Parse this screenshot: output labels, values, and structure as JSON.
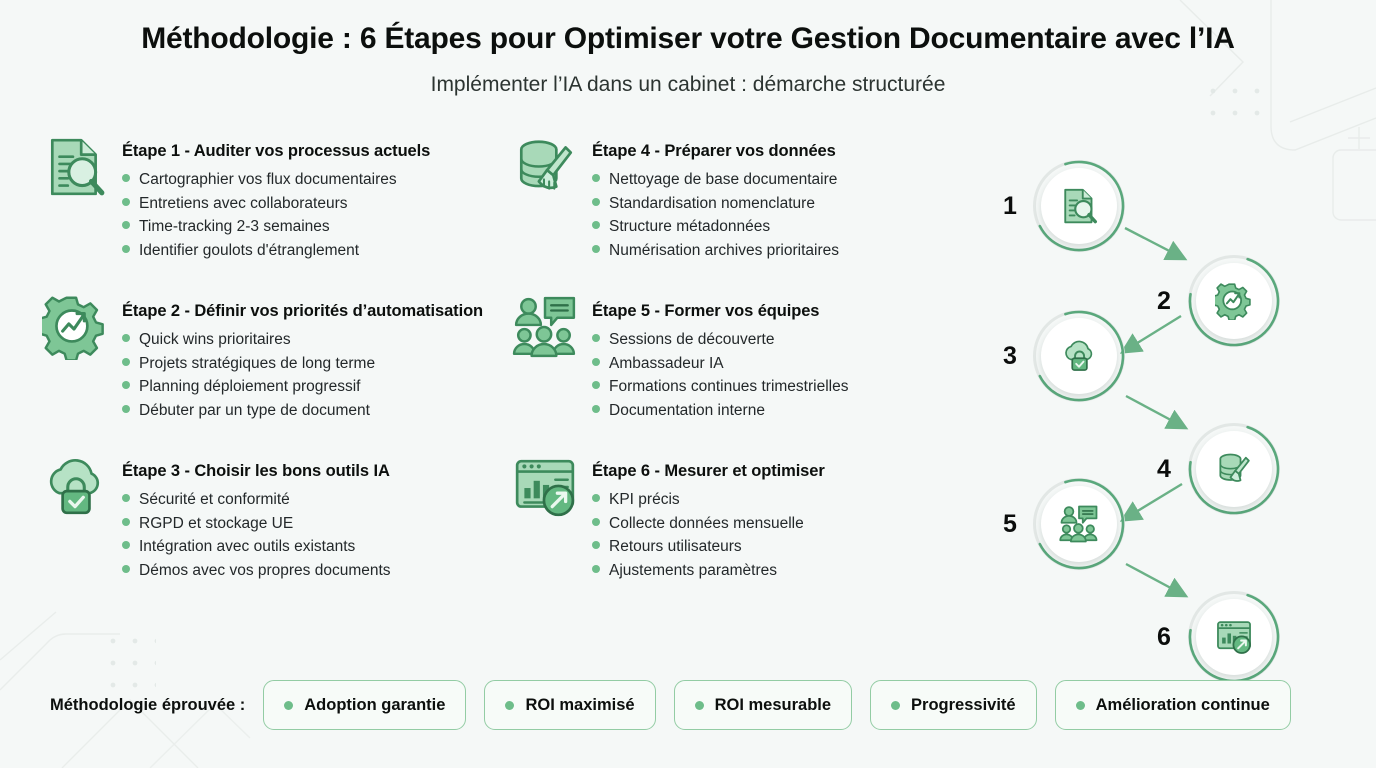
{
  "header": {
    "title": "Méthodologie : 6 Étapes pour Optimiser votre Gestion Documentaire avec l’IA",
    "subtitle": "Implémenter l’IA dans un cabinet : démarche structurée"
  },
  "colors": {
    "background": "#f4f7f6",
    "accent_green": "#6ebd8a",
    "icon_outline": "#3d8a5c",
    "icon_fill": "#a8d9b8",
    "arrow": "#6ab186",
    "badge_border": "#93cca4",
    "text": "#0c0f0d"
  },
  "steps": [
    {
      "number": "1",
      "icon": "document-search-icon",
      "title": "Étape 1 - Auditer vos processus actuels",
      "bullets": [
        "Cartographier vos flux documentaires",
        "Entretiens avec collaborateurs",
        "Time-tracking 2-3 semaines",
        "Identifier goulots d'étranglement"
      ]
    },
    {
      "number": "2",
      "icon": "gear-chart-icon",
      "title": "Étape 2 - Définir vos priorités d’automatisation",
      "bullets": [
        "Quick wins prioritaires",
        "Projets stratégiques de long terme",
        "Planning déploiement progressif",
        "Débuter par un type de document"
      ]
    },
    {
      "number": "3",
      "icon": "cloud-lock-icon",
      "title": "Étape 3 - Choisir les bons outils IA",
      "bullets": [
        "Sécurité et conformité",
        "RGPD et stockage UE",
        "Intégration avec outils existants",
        "Démos avec vos propres documents"
      ]
    },
    {
      "number": "4",
      "icon": "database-broom-icon",
      "title": "Étape 4 - Préparer vos données",
      "bullets": [
        "Nettoyage de base documentaire",
        "Standardisation nomenclature",
        "Structure métadonnées",
        "Numérisation archives prioritaires"
      ]
    },
    {
      "number": "5",
      "icon": "team-chat-icon",
      "title": "Étape 5 - Former vos équipes",
      "bullets": [
        "Sessions de découverte",
        "Ambassadeur IA",
        "Formations continues trimestrielles",
        "Documentation interne"
      ]
    },
    {
      "number": "6",
      "icon": "dashboard-analytics-icon",
      "title": "Étape 6 - Mesurer et optimiser",
      "bullets": [
        "KPI précis",
        "Collecte données mensuelle",
        "Retours utilisateurs",
        "Ajustements paramètres"
      ]
    }
  ],
  "flow": {
    "nodes": [
      {
        "number": "1",
        "icon": "document-search-icon"
      },
      {
        "number": "2",
        "icon": "gear-chart-icon"
      },
      {
        "number": "3",
        "icon": "cloud-lock-icon"
      },
      {
        "number": "4",
        "icon": "database-broom-icon"
      },
      {
        "number": "5",
        "icon": "team-chat-icon"
      },
      {
        "number": "6",
        "icon": "dashboard-analytics-icon"
      }
    ]
  },
  "footer": {
    "label": "Méthodologie éprouvée :",
    "badges": [
      "Adoption garantie",
      "ROI maximisé",
      "ROI mesurable",
      "Progressivité",
      "Amélioration continue"
    ]
  }
}
